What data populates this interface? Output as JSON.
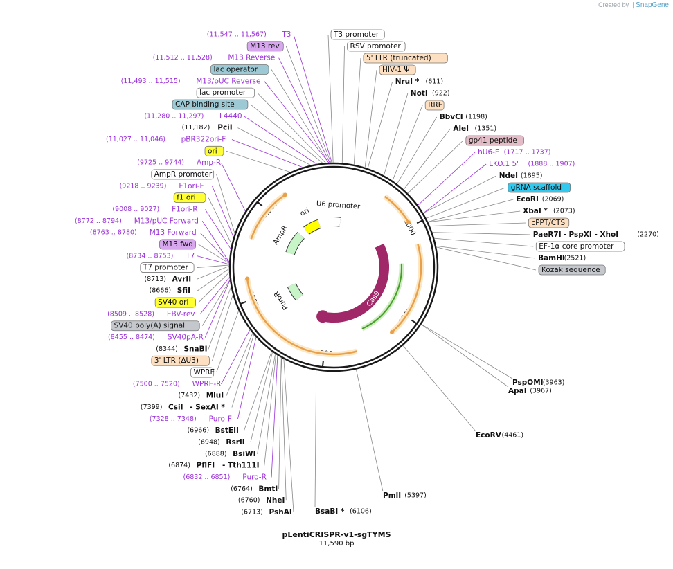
{
  "credit": {
    "prefix": "Created by",
    "brand": "SnapGene"
  },
  "plasmid": {
    "name": "pLentiCRISPR-v1-sgTYMS",
    "length": "11,590 bp",
    "total_bp": 11590
  },
  "ticks": [
    "2000",
    "4000",
    "6000",
    "8000",
    "10,000"
  ],
  "inner_features": [
    {
      "name": "U6 promoter",
      "start": 11600,
      "end": 11850,
      "color": "#ffffff"
    },
    {
      "name": "Cas9",
      "start": 2080,
      "end": 6200,
      "color": "#a02868"
    },
    {
      "name": "PuroR",
      "start": 7350,
      "end": 7950,
      "color": "#c8f5c8"
    },
    {
      "name": "AmpR",
      "start": 9260,
      "end": 10120,
      "color": "#c8f5c8"
    },
    {
      "name": "ori",
      "start": 10400,
      "end": 10990,
      "color": "#ffff00"
    }
  ],
  "ltr_arcs": [
    {
      "start": 1150,
      "end": 1900
    },
    {
      "start": 2400,
      "end": 4450
    },
    {
      "start": 5300,
      "end": 8450
    },
    {
      "start": 9300,
      "end": 10500
    }
  ],
  "labels_left": [
    {
      "range": "(11,547 .. 11,567)",
      "name": "T3",
      "style": "primer",
      "pos": 11557
    },
    {
      "name": "M13 rev",
      "style": "purple",
      "pos": 11540
    },
    {
      "range": "(11,512 .. 11,528)",
      "name": "M13 Reverse",
      "style": "primer",
      "pos": 11520
    },
    {
      "name": "lac operator",
      "style": "teal",
      "pos": 11500
    },
    {
      "range": "(11,493 .. 11,515)",
      "name": "M13/pUC Reverse",
      "style": "primer",
      "pos": 11504
    },
    {
      "name": "lac promoter",
      "style": "white",
      "pos": 11450
    },
    {
      "name": "CAP binding site",
      "style": "teal",
      "pos": 11400
    },
    {
      "range": "(11,280 .. 11,297)",
      "name": "L4440",
      "style": "primer",
      "pos": 11288
    },
    {
      "range": "(11,182)",
      "name": "PciI",
      "style": "enzyme",
      "pos": 11182
    },
    {
      "range": "(11,027 .. 11,046)",
      "name": "pBR322ori-F",
      "style": "primer",
      "pos": 11036
    },
    {
      "name": "ori",
      "style": "yellow",
      "pos": 10800
    },
    {
      "range": "(9725 .. 9744)",
      "name": "Amp-R",
      "style": "primer",
      "pos": 9734
    },
    {
      "name": "AmpR promoter",
      "style": "white",
      "pos": 9300
    },
    {
      "range": "(9218 .. 9239)",
      "name": "F1ori-F",
      "style": "primer",
      "pos": 9228
    },
    {
      "name": "f1 ori",
      "style": "yellow",
      "pos": 9100
    },
    {
      "range": "(9008 .. 9027)",
      "name": "F1ori-R",
      "style": "primer",
      "pos": 9017
    },
    {
      "range": "(8772 .. 8794)",
      "name": "M13/pUC Forward",
      "style": "primer",
      "pos": 8783
    },
    {
      "range": "(8763 .. 8780)",
      "name": "M13 Forward",
      "style": "primer",
      "pos": 8771
    },
    {
      "name": "M13 fwd",
      "style": "purple",
      "pos": 8760
    },
    {
      "range": "(8734 .. 8753)",
      "name": "T7",
      "style": "primer",
      "pos": 8743
    },
    {
      "name": "T7 promoter",
      "style": "white",
      "pos": 8730
    },
    {
      "range": "(8713)",
      "name": "AvrII",
      "style": "enzyme",
      "pos": 8713
    },
    {
      "range": "(8666)",
      "name": "SfiI",
      "style": "enzyme",
      "pos": 8666
    },
    {
      "name": "SV40 ori",
      "style": "yellow",
      "pos": 8600
    },
    {
      "range": "(8509 .. 8528)",
      "name": "EBV-rev",
      "style": "primer",
      "pos": 8518
    },
    {
      "name": "SV40 poly(A) signal",
      "style": "gray",
      "pos": 8470
    },
    {
      "range": "(8455 .. 8474)",
      "name": "SV40pA-R",
      "style": "primer",
      "pos": 8464
    },
    {
      "range": "(8344)",
      "name": "SnaBI",
      "style": "enzyme",
      "pos": 8344
    },
    {
      "name": "3' LTR (ΔU3)",
      "style": "orange",
      "pos": 8200
    },
    {
      "name": "WPRE",
      "style": "white",
      "pos": 7900
    },
    {
      "range": "(7500 .. 7520)",
      "name": "WPRE-R",
      "style": "primer",
      "pos": 7510
    },
    {
      "range": "(7432)",
      "name": "MluI",
      "style": "enzyme",
      "pos": 7432
    },
    {
      "range": "(7399)",
      "name": "CsiI",
      "extra": "- SexAI *",
      "style": "enzyme",
      "pos": 7399
    },
    {
      "range": "(7328 .. 7348)",
      "name": "Puro-F",
      "style": "primer",
      "pos": 7338
    },
    {
      "range": "(6966)",
      "name": "BstEII",
      "style": "enzyme",
      "pos": 6966
    },
    {
      "range": "(6948)",
      "name": "RsrII",
      "style": "enzyme",
      "pos": 6948
    },
    {
      "range": "(6888)",
      "name": "BsiWI",
      "style": "enzyme",
      "pos": 6888
    },
    {
      "range": "(6874)",
      "name": "PflFI",
      "extra": "- Tth111I",
      "style": "enzyme",
      "pos": 6874
    },
    {
      "range": "(6832 .. 6851)",
      "name": "Puro-R",
      "style": "primer",
      "pos": 6841
    },
    {
      "range": "(6764)",
      "name": "BmtI",
      "style": "enzyme",
      "pos": 6764
    },
    {
      "range": "(6760)",
      "name": "NheI",
      "style": "enzyme",
      "pos": 6760
    },
    {
      "range": "(6713)",
      "name": "PshAI",
      "style": "enzyme",
      "pos": 6713
    }
  ],
  "labels_right": [
    {
      "name": "T3 promoter",
      "style": "white",
      "pos": 11580
    },
    {
      "name": "RSV promoter",
      "style": "white",
      "pos": 150
    },
    {
      "name": "5' LTR (truncated)",
      "style": "orange",
      "pos": 360
    },
    {
      "name": "HIV-1 Ψ",
      "style": "orange",
      "pos": 560
    },
    {
      "name": "NruI *",
      "range": "(611)",
      "style": "enzyme",
      "pos": 611
    },
    {
      "name": "NotI",
      "range": "(922)",
      "style": "enzyme",
      "pos": 922
    },
    {
      "name": "RRE",
      "style": "orange",
      "pos": 1100
    },
    {
      "name": "BbvCI",
      "range": "(1198)",
      "style": "enzyme",
      "pos": 1198
    },
    {
      "name": "AleI",
      "range": "(1351)",
      "style": "enzyme",
      "pos": 1351
    },
    {
      "name": "gp41 peptide",
      "style": "pink",
      "pos": 1450
    },
    {
      "name": "hU6-F",
      "range": "(1717 .. 1737)",
      "style": "primer",
      "pos": 1727
    },
    {
      "name": "LKO.1 5'",
      "range": "(1888 .. 1907)",
      "style": "primer",
      "pos": 1897
    },
    {
      "name": "NdeI",
      "range": "(1895)",
      "style": "enzyme",
      "pos": 1895
    },
    {
      "name": "gRNA scaffold",
      "style": "cyan",
      "pos": 2000
    },
    {
      "name": "EcoRI",
      "range": "(2069)",
      "style": "enzyme",
      "pos": 2069
    },
    {
      "name": "XbaI *",
      "range": "(2073)",
      "style": "enzyme",
      "pos": 2073
    },
    {
      "name": "cPPT/CTS",
      "style": "orange",
      "pos": 2150
    },
    {
      "name": "PaeR7I",
      "extra": "- PspXI   - XhoI",
      "range": "(2270)",
      "style": "enzyme",
      "pos": 2270
    },
    {
      "name": "EF-1α core promoter",
      "style": "white",
      "pos": 2380
    },
    {
      "name": "BamHI",
      "range": "(2521)",
      "style": "enzyme",
      "pos": 2521
    },
    {
      "name": "Kozak sequence",
      "style": "gray",
      "pos": 2540
    }
  ],
  "labels_bottom": [
    {
      "name": "PspOMI",
      "range": "(3963)",
      "style": "enzyme",
      "pos": 3963
    },
    {
      "name": "ApaI",
      "range": "(3967)",
      "style": "enzyme",
      "pos": 3967
    },
    {
      "name": "EcoRV",
      "range": "(4461)",
      "style": "enzyme",
      "pos": 4461
    },
    {
      "name": "PmlI",
      "range": "(5397)",
      "style": "enzyme",
      "pos": 5397
    },
    {
      "name": "BsaBI *",
      "range": "(6106)",
      "style": "enzyme",
      "pos": 6106
    }
  ],
  "colors": {
    "primer": "#9b30d9",
    "enzyme": "#000000",
    "line": "#888888",
    "ltr": "#e8a04a",
    "ltr_halo": "#fde7c4",
    "cas9": "#a02868",
    "green_arrow": "#4a9c2a",
    "purple_box": "#d7a8ee",
    "teal_box": "#9cc9d4",
    "yellow_box": "#ffff33",
    "orange_box": "#fde0c2",
    "pink_box": "#e2bcc6",
    "gray_box": "#c4c7cc",
    "cyan_box": "#33c9ee",
    "white_box": "#ffffff"
  }
}
